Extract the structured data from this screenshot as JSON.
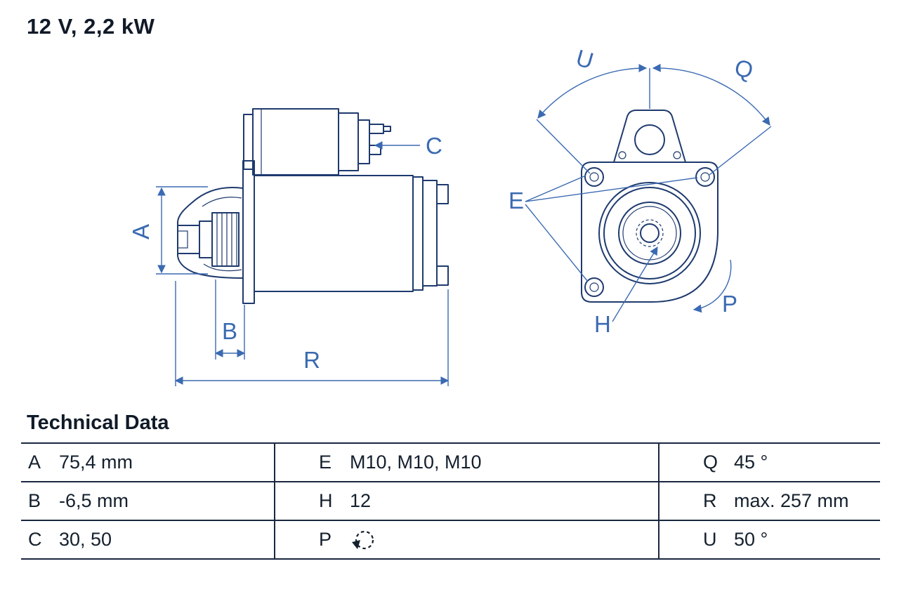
{
  "title": "12 V, 2,2 kW",
  "colors": {
    "part_outline": "#1e3a6e",
    "dimension_blue": "#3a6ab1",
    "table_border": "#1a2740",
    "text": "#15202e"
  },
  "drawing": {
    "labels": {
      "a": "A",
      "b": "B",
      "c": "C",
      "e": "E",
      "h": "H",
      "p": "P",
      "q": "Q",
      "r": "R",
      "u": "U"
    }
  },
  "technical": {
    "heading": "Technical Data",
    "rows": [
      {
        "cells": [
          {
            "key": "A",
            "value": "75,4 mm"
          },
          {
            "key": "E",
            "value": "M10, M10, M10"
          },
          {
            "key": "Q",
            "value": "45 °"
          }
        ]
      },
      {
        "cells": [
          {
            "key": "B",
            "value": "-6,5 mm"
          },
          {
            "key": "H",
            "value": "12"
          },
          {
            "key": "R",
            "value": "max. 257 mm"
          }
        ]
      },
      {
        "cells": [
          {
            "key": "C",
            "value": "30, 50"
          },
          {
            "key": "P",
            "value": "",
            "icon": "rotation-ccw-icon"
          },
          {
            "key": "U",
            "value": "50 °"
          }
        ]
      }
    ]
  }
}
